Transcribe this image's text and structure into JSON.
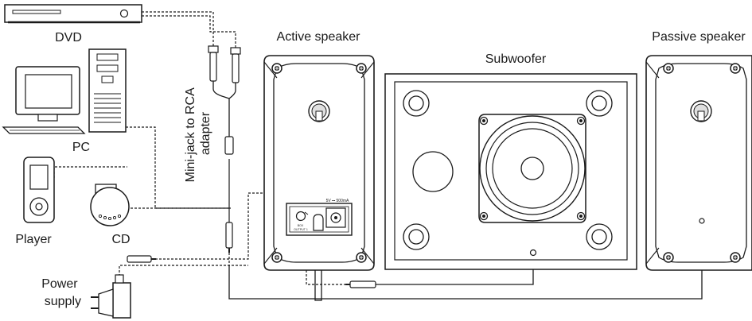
{
  "labels": {
    "dvd": "DVD",
    "pc": "PC",
    "player": "Player",
    "cd": "CD",
    "power_supply_line1": "Power",
    "power_supply_line2": "supply",
    "adapter_line1": "Mini-jack to RCA",
    "adapter_line2": "adapter",
    "active_speaker": "Active speaker",
    "subwoofer": "Subwoofer",
    "passive_speaker": "Passive speaker"
  },
  "panel": {
    "power_rating": "5V ⎓ 500mA",
    "output_line1": "BOX",
    "output_line2": "OUTPUT 1"
  },
  "colors": {
    "line": "#1a1a1a",
    "fill": "#ffffff",
    "shade": "#dcdcdc"
  }
}
